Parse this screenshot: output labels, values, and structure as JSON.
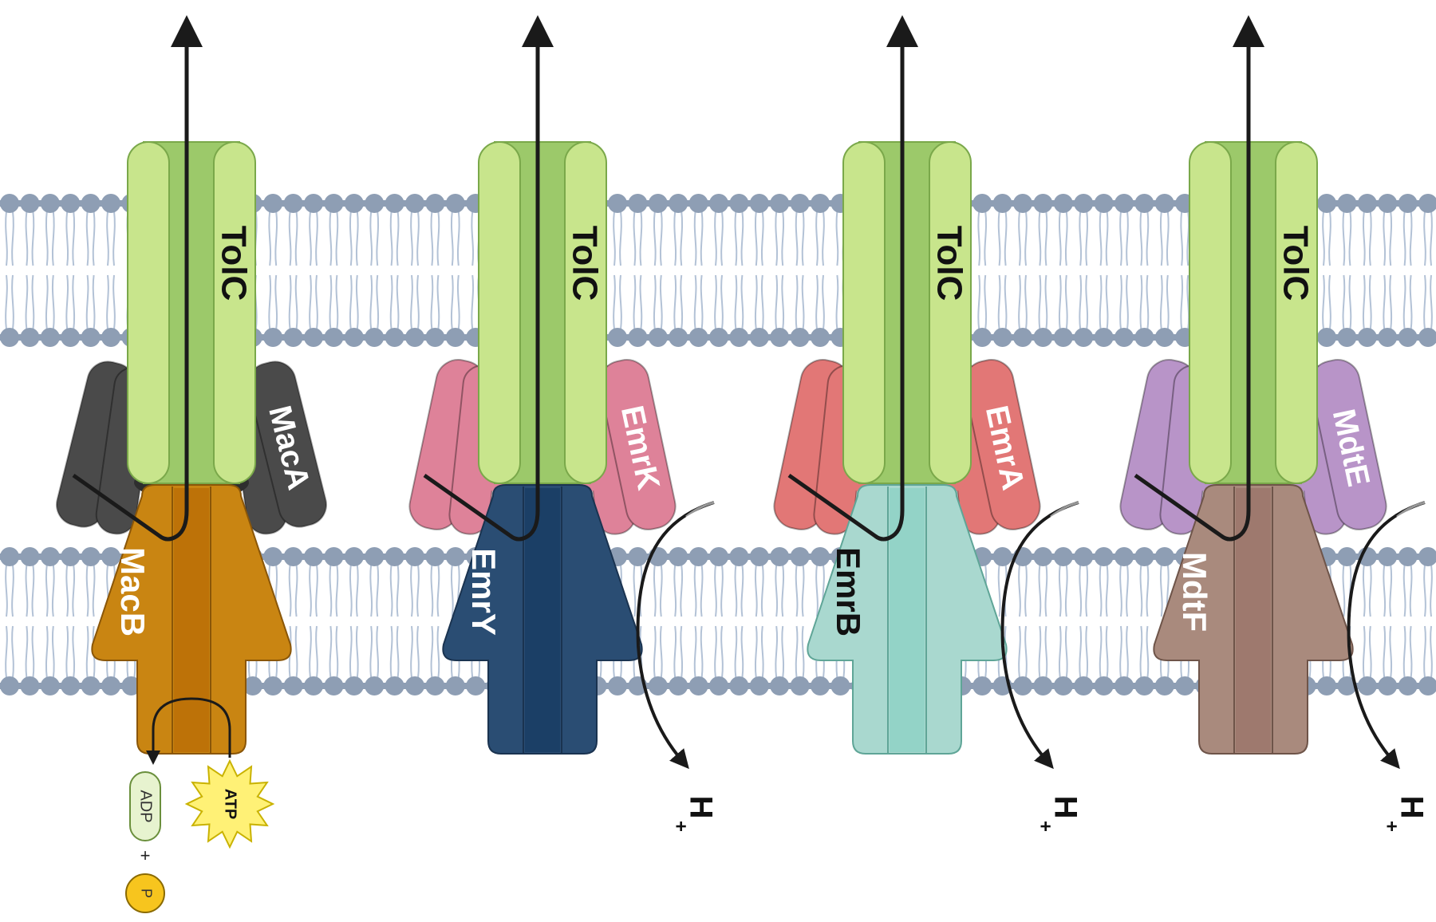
{
  "pumps": [
    {
      "id": "macab",
      "omp_label": "TolC",
      "adaptor_label": "MacA",
      "transporter_label": "MacB",
      "energy": "atp",
      "colors": {
        "adaptor": "#4a4a4a",
        "adaptor_label_text": "#ffffff",
        "transporter": "#c98512",
        "transporter_mid": "#bd7208",
        "transporter_label_text": "#ffffff",
        "transporter_stroke": "#8a5608"
      }
    },
    {
      "id": "emrky",
      "omp_label": "TolC",
      "adaptor_label": "EmrK",
      "transporter_label": "EmrY",
      "energy": "proton",
      "colors": {
        "adaptor": "#de8299",
        "adaptor_label_text": "#ffffff",
        "transporter": "#2a4d73",
        "transporter_mid": "#1b3f66",
        "transporter_label_text": "#ffffff",
        "transporter_stroke": "#1a3350"
      }
    },
    {
      "id": "emrab",
      "omp_label": "TolC",
      "adaptor_label": "EmrA",
      "transporter_label": "EmrB",
      "energy": "proton",
      "colors": {
        "adaptor": "#e27776",
        "adaptor_label_text": "#ffffff",
        "transporter": "#a9d8cf",
        "transporter_mid": "#93d3c7",
        "transporter_label_text": "#111111",
        "transporter_stroke": "#5fa597"
      }
    },
    {
      "id": "mdtef",
      "omp_label": "TolC",
      "adaptor_label": "MdtE",
      "transporter_label": "MdtF",
      "energy": "proton",
      "colors": {
        "adaptor": "#b894c8",
        "adaptor_label_text": "#ffffff",
        "transporter": "#a98a7d",
        "transporter_mid": "#9e796e",
        "transporter_label_text": "#ffffff",
        "transporter_stroke": "#6e5449"
      }
    }
  ],
  "energy": {
    "adp_label": "ADP",
    "plus_label": "+",
    "p_label": "P",
    "atp_label": "ATP",
    "proton_label": "H",
    "proton_superscript": "+"
  },
  "colors": {
    "tolc_light": "#c8e58c",
    "tolc_dark": "#9cc96a",
    "tolc_stroke": "#7aa84a",
    "lipid_head": "#8e9eb4",
    "lipid_tail": "#b3c2d6",
    "arrow": "#1a1a1a",
    "atp_fill": "#fff176",
    "p_fill": "#f7c51e"
  }
}
